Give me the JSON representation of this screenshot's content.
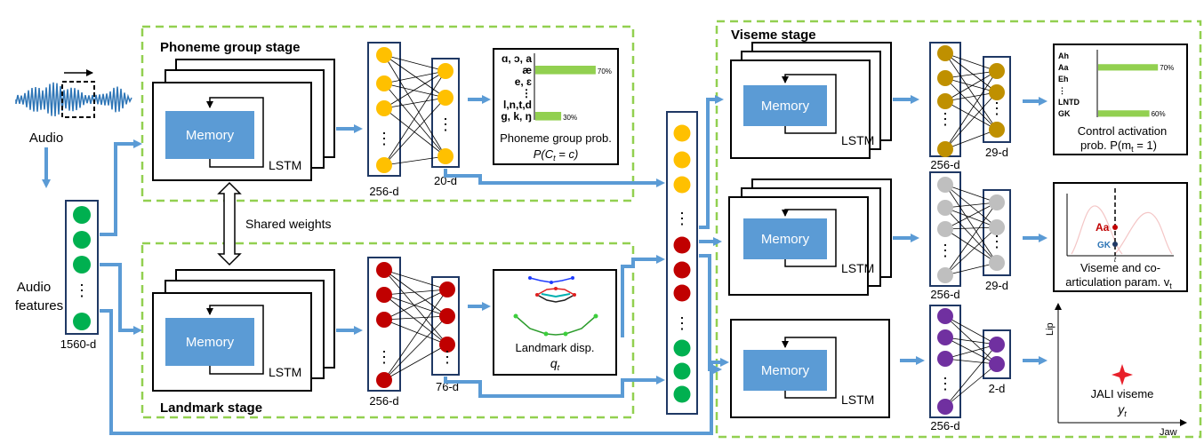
{
  "stages": {
    "phoneme": "Phoneme group stage",
    "landmark": "Landmark stage",
    "viseme": "Viseme stage"
  },
  "labels": {
    "audio": "Audio",
    "audio_features_1": "Audio",
    "audio_features_2": "features",
    "shared_weights": "Shared weights",
    "memory": "Memory",
    "lstm": "LSTM",
    "dots": "⋮"
  },
  "dims": {
    "features": "1560-d",
    "p_hidden": "256-d",
    "p_out": "20-d",
    "l_hidden": "256-d",
    "l_out": "76-d",
    "v1_hidden": "256-d",
    "v1_out": "29-d",
    "v2_hidden": "256-d",
    "v2_out": "29-d",
    "v3_hidden": "256-d",
    "v3_out": "2-d"
  },
  "phoneme_panel": {
    "rows": [
      "ɑ, ɔ, a",
      "æ",
      "e, ɛ",
      "⋮",
      "l,n,t,d",
      "g, k, ŋ"
    ],
    "bars": [
      {
        "row": 1,
        "label": "70%",
        "value": 0.7
      },
      {
        "row": 5,
        "label": "30%",
        "value": 0.3
      }
    ],
    "caption1": "Phoneme group prob.",
    "caption2": "P(C",
    "caption2_sub": "t",
    "caption2_rest": " = c)"
  },
  "landmark_panel": {
    "caption1": "Landmark disp.",
    "caption2": "q",
    "caption2_sub": "t"
  },
  "control_panel": {
    "rows": [
      "Ah",
      "Aa",
      "Eh",
      "⋮",
      "LNTD",
      "GK"
    ],
    "bars": [
      {
        "row": 1,
        "label": "70%",
        "value": 0.7
      },
      {
        "row": 5,
        "label": "60%",
        "value": 0.6
      }
    ],
    "caption1": "Control activation",
    "caption2": "prob. P(m",
    "caption2_sub": "t",
    "caption2_rest": " = 1)"
  },
  "viseme_panel": {
    "aa": "Aa",
    "gk": "GK",
    "t": "t",
    "caption1": "Viseme and co-",
    "caption2": "articulation param. v",
    "caption2_sub": "t"
  },
  "jali_panel": {
    "y_axis": "Lip",
    "x_axis": "Jaw",
    "caption1": "JALI viseme",
    "caption2": "y",
    "caption2_sub": "t"
  },
  "colors": {
    "dashed_border": "#92d050",
    "arrow": "#5b9bd5",
    "memory_box": "#5b9bd5",
    "column_border": "#1f3864",
    "green_node": "#00b050",
    "yellow_node": "#ffc000",
    "red_node": "#c00000",
    "olive_node": "#bf9000",
    "gray_node": "#bfbfbf",
    "purple_node": "#7030a0",
    "bar": "#92d050",
    "star": "#e8202a"
  }
}
